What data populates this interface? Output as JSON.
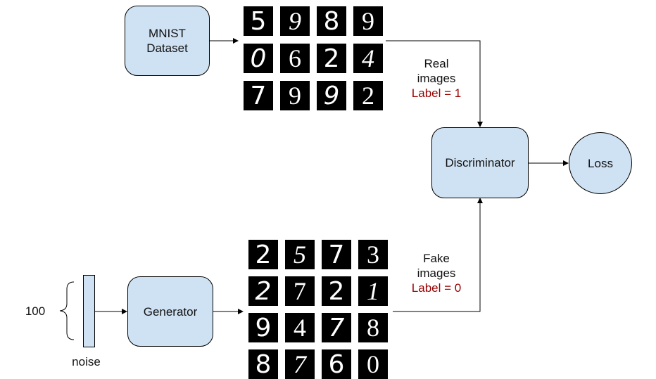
{
  "nodes": {
    "mnist": "MNIST\nDataset",
    "discriminator": "Discriminator",
    "loss": "Loss",
    "generator": "Generator"
  },
  "real_label": {
    "line1": "Real",
    "line2": "images",
    "label": "Label = 1"
  },
  "fake_label": {
    "line1": "Fake",
    "line2": "images",
    "label": "Label = 0"
  },
  "noise": {
    "size": "100",
    "caption": "noise"
  },
  "real_digits": [
    "5",
    "9",
    "8",
    "9",
    "0",
    "6",
    "2",
    "4",
    "7",
    "9",
    "9",
    "2"
  ],
  "fake_digits": [
    "2",
    "5",
    "7",
    "3",
    "2",
    "7",
    "2",
    "1",
    "9",
    "4",
    "7",
    "8",
    "8",
    "7",
    "6",
    "0"
  ]
}
